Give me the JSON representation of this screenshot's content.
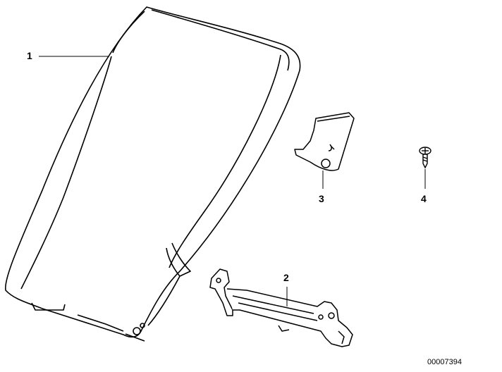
{
  "diagram": {
    "callouts": [
      {
        "id": "1",
        "label": "1"
      },
      {
        "id": "2",
        "label": "2"
      },
      {
        "id": "3",
        "label": "3"
      },
      {
        "id": "4",
        "label": "4"
      }
    ],
    "drawing_number": "00007394"
  }
}
